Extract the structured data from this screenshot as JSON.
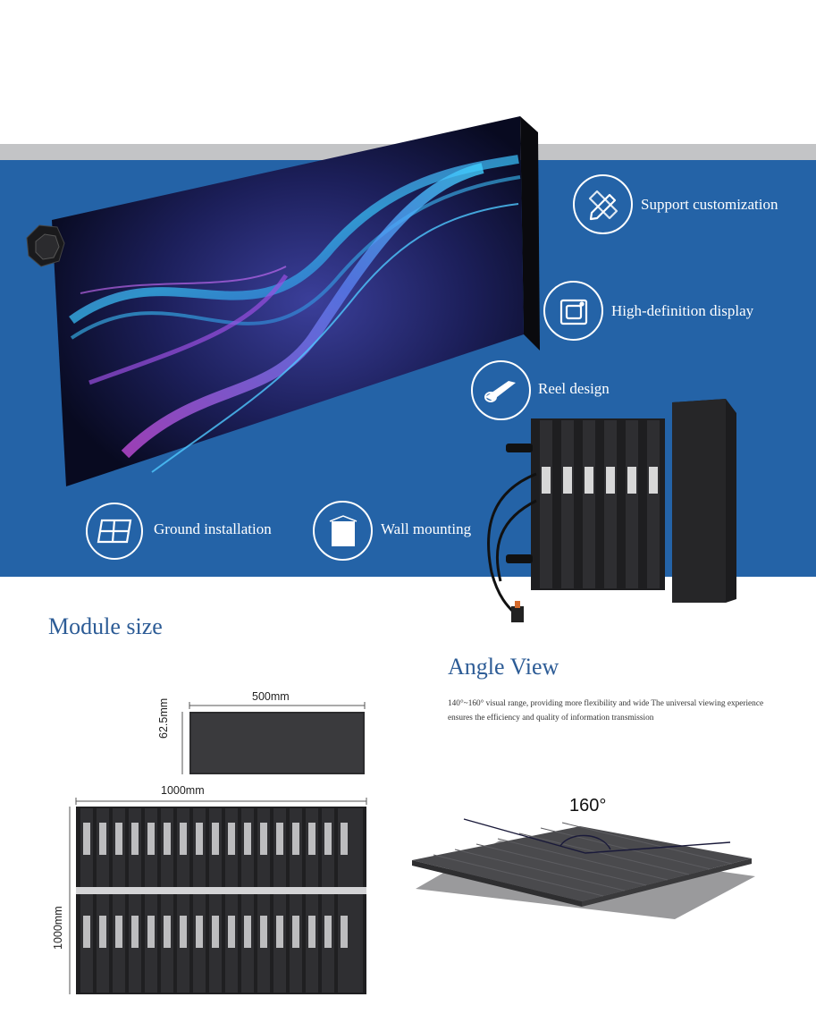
{
  "features": [
    {
      "label": "Support customization",
      "icon": "customization-icon"
    },
    {
      "label": "High-definition display",
      "icon": "camera-icon"
    },
    {
      "label": "Reel design",
      "icon": "reel-icon"
    },
    {
      "label": "Ground installation",
      "icon": "grid-icon"
    },
    {
      "label": "Wall mounting",
      "icon": "wall-frame-icon"
    }
  ],
  "module": {
    "title": "Module size",
    "small_width": "500mm",
    "small_height": "62.5mm",
    "large_width": "1000mm",
    "large_height": "1000mm"
  },
  "angle": {
    "title": "Angle View",
    "description": "140°~160° visual range, providing more flexibility and wide The universal viewing experience ensures the efficiency and quality of information transmission",
    "degree": "160°"
  },
  "colors": {
    "band_blue": "#2463a7",
    "band_gray": "#c3c4c6",
    "title_blue": "#2d5c96"
  }
}
